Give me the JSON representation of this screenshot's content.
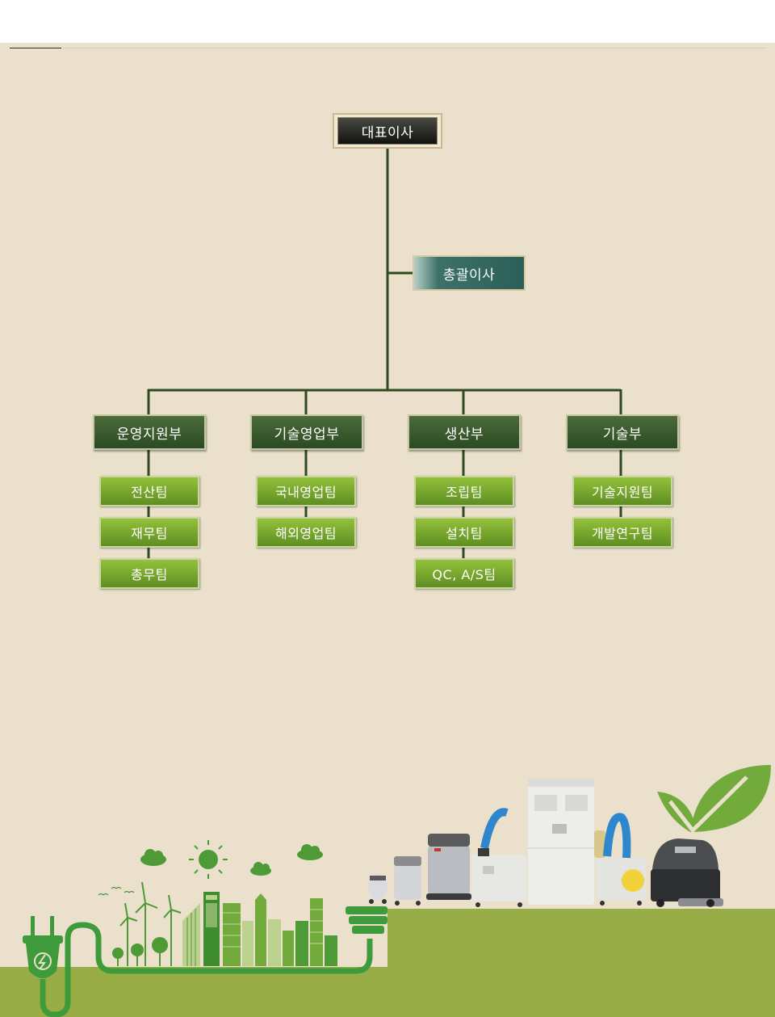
{
  "org_chart": {
    "ceo": "대표이사",
    "general_manager": "총괄이사",
    "departments": [
      {
        "name": "운영지원부",
        "teams": [
          "전산팀",
          "재무팀",
          "총무팀"
        ]
      },
      {
        "name": "기술영업부",
        "teams": [
          "국내영업팀",
          "해외영업팀"
        ]
      },
      {
        "name": "생산부",
        "teams": [
          "조립팀",
          "설치팀",
          "QC, A/S팀"
        ]
      },
      {
        "name": "기술부",
        "teams": [
          "기술지원팀",
          "개발연구팀"
        ]
      }
    ]
  },
  "colors": {
    "background": "#eae0cb",
    "connector": "#2f4a1f",
    "department": "#35552b",
    "team": "#7aaa2e",
    "ground": "#98ad45",
    "eco_green": "#3e9a3a"
  },
  "illustration": {
    "icons": [
      "power-plug-icon",
      "city-skyline-icon",
      "wind-turbine-icon",
      "sun-icon",
      "cloud-icon",
      "leaf-icon",
      "vacuum-cleaner-icon",
      "dust-collector-icon",
      "floor-scrubber-icon"
    ]
  }
}
